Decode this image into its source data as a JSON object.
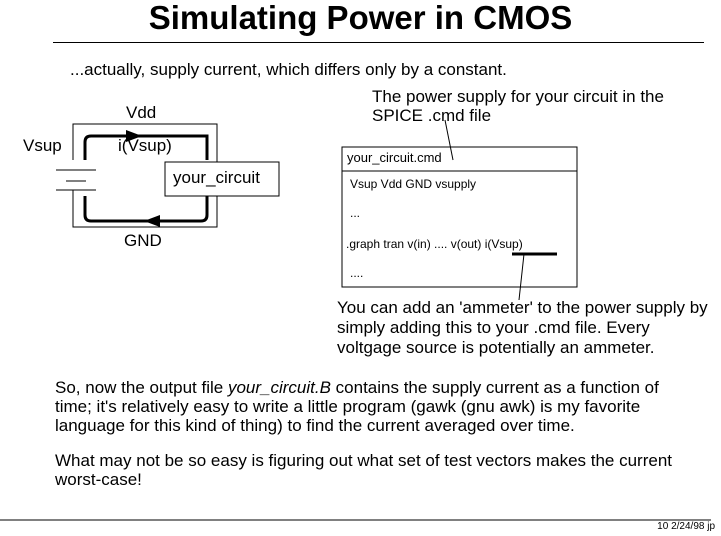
{
  "title": "Simulating Power in CMOS",
  "subtitle": "...actually, supply current, which differs only by a constant.",
  "circuit": {
    "vdd_label": "Vdd",
    "vsup_label": "Vsup",
    "current_label": "i(Vsup)",
    "block_label": "your_circuit",
    "gnd_label": "GND"
  },
  "supply_note": "The power supply for your circuit in the SPICE .cmd file",
  "cmd_file": {
    "tab_label": "your_circuit.cmd",
    "lines": [
      "Vsup Vdd GND vsupply",
      "...",
      ".graph tran v(in) .... v(out) i(Vsup)",
      "...."
    ]
  },
  "ammeter_note": "You can add an 'ammeter' to the power supply by simply adding this to your .cmd file.  Every voltgage source is potentially an ammeter.",
  "paragraph1": {
    "before": "So, now the output file ",
    "emphasis": "your_circuit.B",
    "after": " contains the supply current as a function of time; it's relatively easy to write a little program (gawk (gnu awk) is my favorite language for this kind of thing) to find the current averaged over time."
  },
  "paragraph2": "What may not be so easy is figuring out what set of test vectors makes the current worst-case!",
  "footer": "10  2/24/98  jp"
}
